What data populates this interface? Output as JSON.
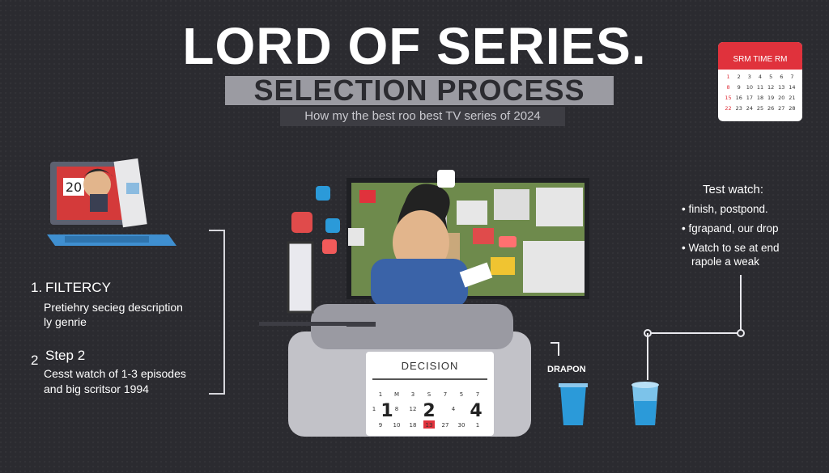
{
  "header": {
    "title": "LORD OF SERIES.",
    "subtitle": "SELECTION PROCESS",
    "tagline": "How my the best roo best TV series of 2024"
  },
  "calendar_top": {
    "header": "SRM TIME RM",
    "days": [
      "1",
      "2",
      "3",
      "4",
      "5",
      "6",
      "7",
      "8",
      "9",
      "10",
      "11",
      "12",
      "13",
      "14",
      "15",
      "16",
      "17",
      "18",
      "19",
      "20",
      "21",
      "22",
      "23",
      "24",
      "25",
      "26",
      "27",
      "28"
    ]
  },
  "computer": {
    "screen_text": "20"
  },
  "steps": [
    {
      "num": "1.",
      "label": "FILTERCY",
      "line1": "Pretiehry secieg description",
      "line2": "ly genrie"
    },
    {
      "num": "2",
      "label": "Step 2",
      "line1": "Cesst watch of 1-3 episodes",
      "line2": "and big scritsor 1994"
    }
  ],
  "test_watch": {
    "title": "Test watch:",
    "items": [
      {
        "line1": "finish, postpond."
      },
      {
        "line1": "fgrapand, our drop"
      },
      {
        "line1": "Watch to se at end",
        "line2": "rapole a weak"
      }
    ]
  },
  "decision": {
    "title": "DECISION",
    "weekdays": [
      "1",
      "M",
      "3",
      "S",
      "7",
      "5",
      "7"
    ],
    "row2": [
      "1",
      "8",
      "12",
      "4"
    ],
    "row3": [
      "9",
      "10",
      "18",
      "13",
      "27",
      "30",
      "1"
    ],
    "big": [
      "1",
      "2",
      "4"
    ]
  },
  "drapon_label": "DRAPON",
  "colors": {
    "bg": "#2b2b30",
    "accent_red": "#e0323c",
    "tv_green": "#6e8a4c",
    "cup_blue": "#2b9ad9"
  }
}
